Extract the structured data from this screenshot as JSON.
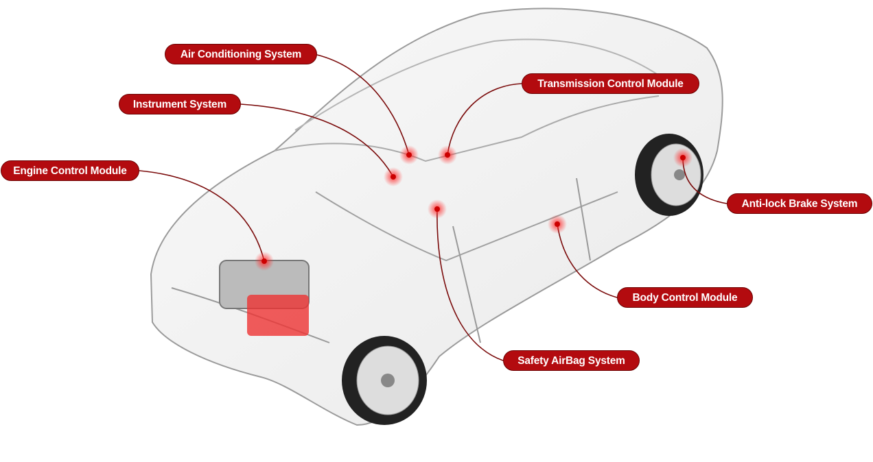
{
  "title": "Car electronic systems diagram",
  "labels": {
    "air_conditioning": "Air Conditioning System",
    "instrument": "Instrument System",
    "transmission": "Transmission Control Module",
    "engine": "Engine Control Module",
    "abs": "Anti-lock Brake System",
    "body": "Body Control Module",
    "airbag": "Safety AirBag System"
  },
  "colors": {
    "accent": "#b30b0f",
    "border": "#6a0000",
    "leader": "#7a0a0a"
  }
}
